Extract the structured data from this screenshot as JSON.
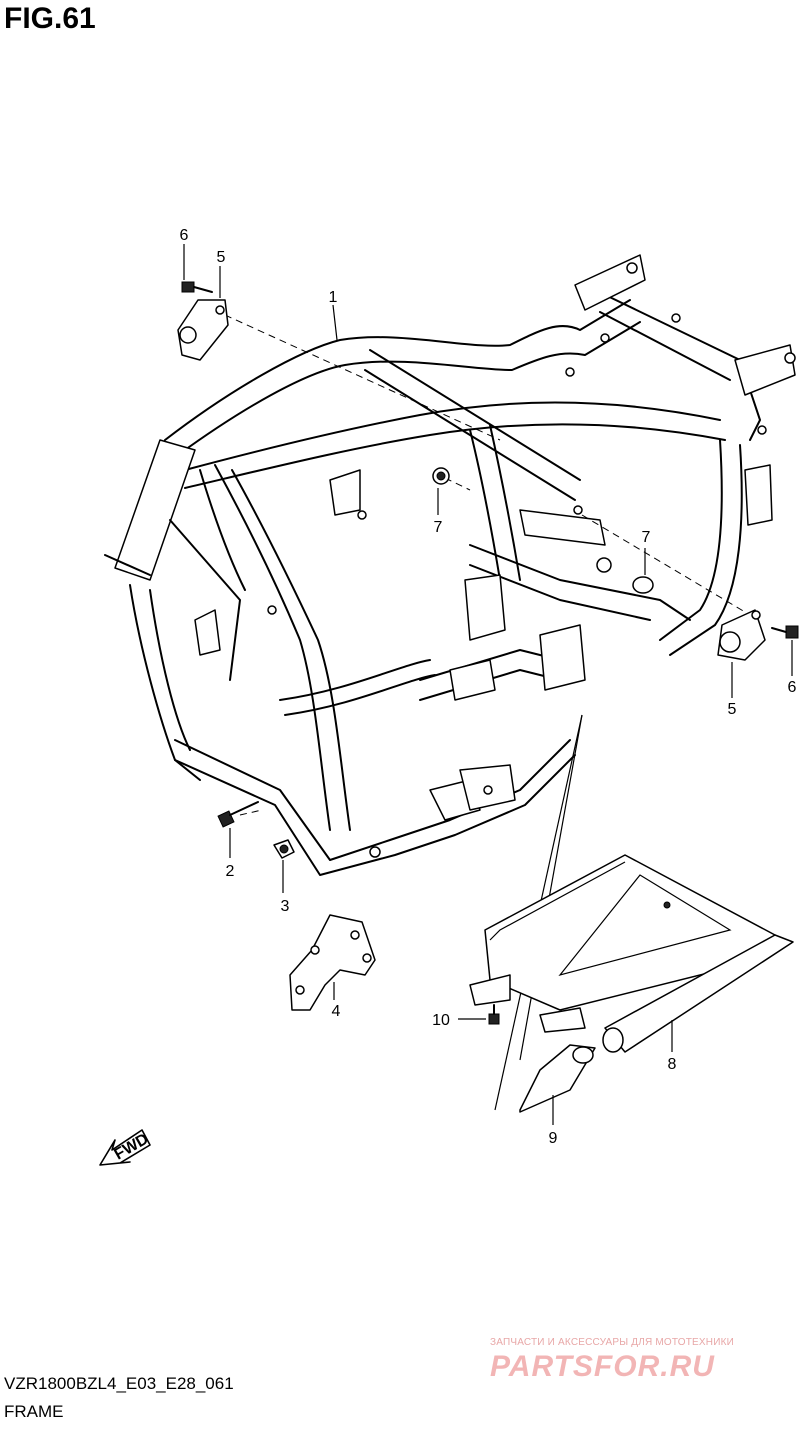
{
  "figure": {
    "title": "FIG.61"
  },
  "callouts": [
    "1",
    "2",
    "3",
    "4",
    "5",
    "6",
    "7",
    "7",
    "5",
    "6",
    "8",
    "9",
    "10"
  ],
  "footer": {
    "model_code": "VZR1800BZL4_E03_E28_061",
    "name": "FRAME"
  },
  "watermark": {
    "tagline": "ЗАПЧАСТИ И АКСЕССУАРЫ ДЛЯ МОТОТЕХНИКИ",
    "brand": "PARTSFOR.RU"
  },
  "fwd_label": "FWD"
}
